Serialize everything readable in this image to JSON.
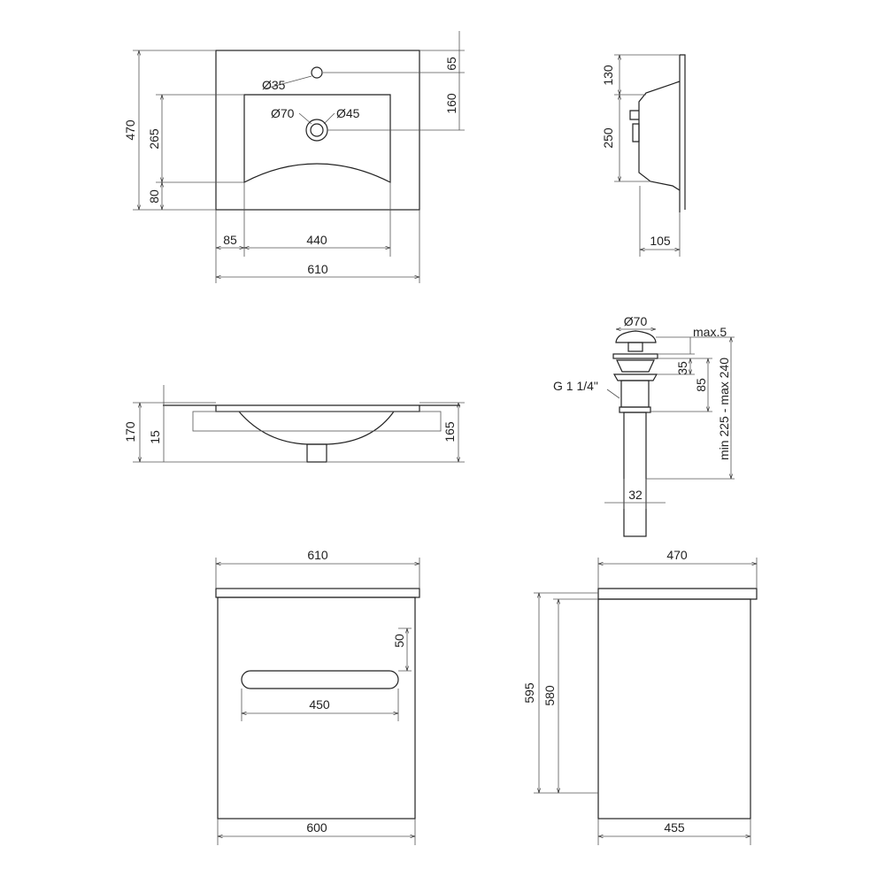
{
  "colors": {
    "line": "#222222",
    "background": "#ffffff"
  },
  "top_view": {
    "depth": "470",
    "bowl_length": "265",
    "front_margin": "80",
    "tap_offset": "65",
    "drain_offset": "160",
    "tap_hole": "Ø35",
    "drain_outer": "Ø70",
    "drain_inner": "Ø45",
    "side_margin": "85",
    "bowl_width": "440",
    "width": "610"
  },
  "side_profile": {
    "rim": "130",
    "bowl_depth": "250",
    "depth": "105"
  },
  "section_view": {
    "height": "170",
    "rim_thickness": "15",
    "bowl_height": "165"
  },
  "drain": {
    "cap_diameter": "Ø70",
    "cap_gap": "max.5",
    "flange": "35",
    "body": "85",
    "total_length": "min 225 - max 240",
    "thread": "G 1 1/4\"",
    "pipe_diameter": "32"
  },
  "cabinet_front": {
    "top_width": "610",
    "handle_offset": "50",
    "handle_width": "450",
    "body_width": "600"
  },
  "cabinet_side": {
    "top_depth": "470",
    "total_height": "595",
    "body_height": "580",
    "body_depth": "455"
  }
}
